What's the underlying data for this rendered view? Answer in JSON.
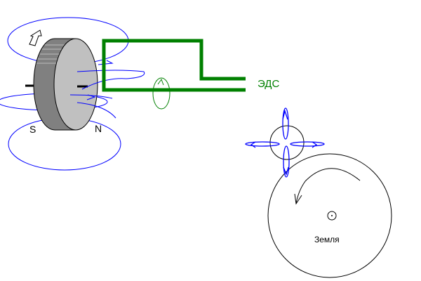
{
  "labels": {
    "south": "S",
    "north": "N",
    "emf": "ЭДС",
    "earth": "Земля"
  },
  "colors": {
    "wire": "#008000",
    "field": "#0000ff",
    "magnet_side": "#808080",
    "magnet_face": "#c0c0c0"
  }
}
